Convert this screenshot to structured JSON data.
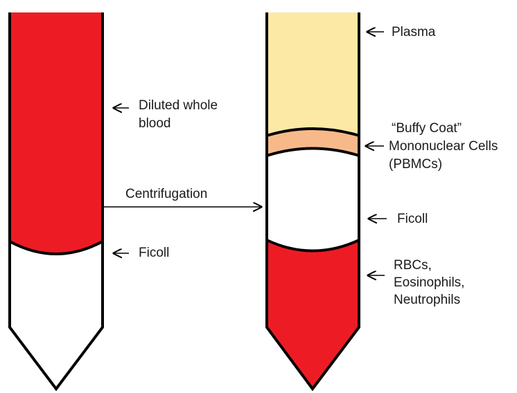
{
  "colors": {
    "red": "#ED1C24",
    "plasma": "#FCE9A5",
    "buffy": "#F8B98A",
    "white": "#FFFFFF",
    "outline": "#000000",
    "text": "#1a1a1a"
  },
  "left_tube": {
    "labels": {
      "diluted": [
        "Diluted whole",
        "blood"
      ],
      "ficoll": "Ficoll"
    }
  },
  "right_tube": {
    "labels": {
      "plasma": "Plasma",
      "buffy": [
        "“Buffy Coat”",
        "Mononuclear Cells",
        "(PBMCs)"
      ],
      "ficoll": "Ficoll",
      "rbc": [
        "RBCs,",
        "Eosinophils,",
        "Neutrophils"
      ]
    }
  },
  "process": {
    "label": "Centrifugation"
  },
  "icons": [
    "left-arrow-icon",
    "right-arrow-icon"
  ]
}
